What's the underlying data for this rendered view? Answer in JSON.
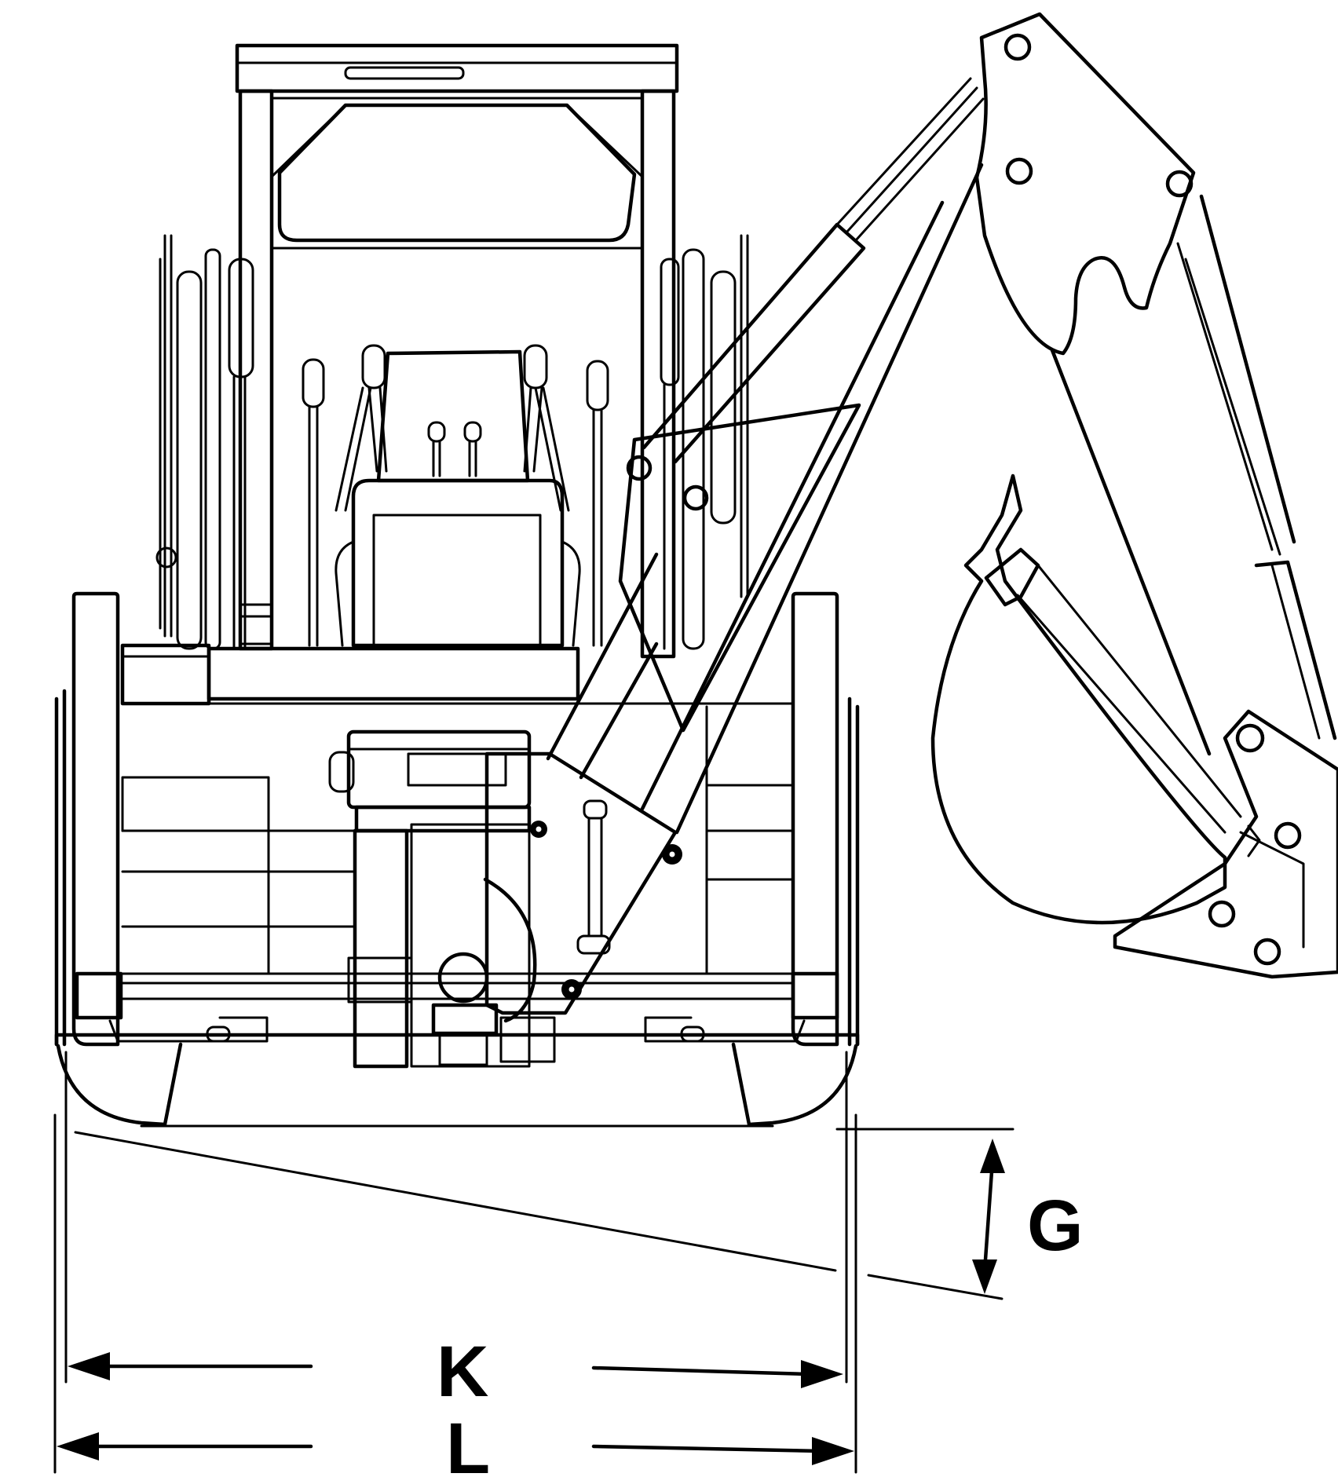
{
  "diagram": {
    "subject": "backhoe-loader-rear-view",
    "labels": {
      "g": "G",
      "k": "K",
      "l": "L"
    },
    "line_color": "#000000",
    "background_color": "#ffffff"
  }
}
